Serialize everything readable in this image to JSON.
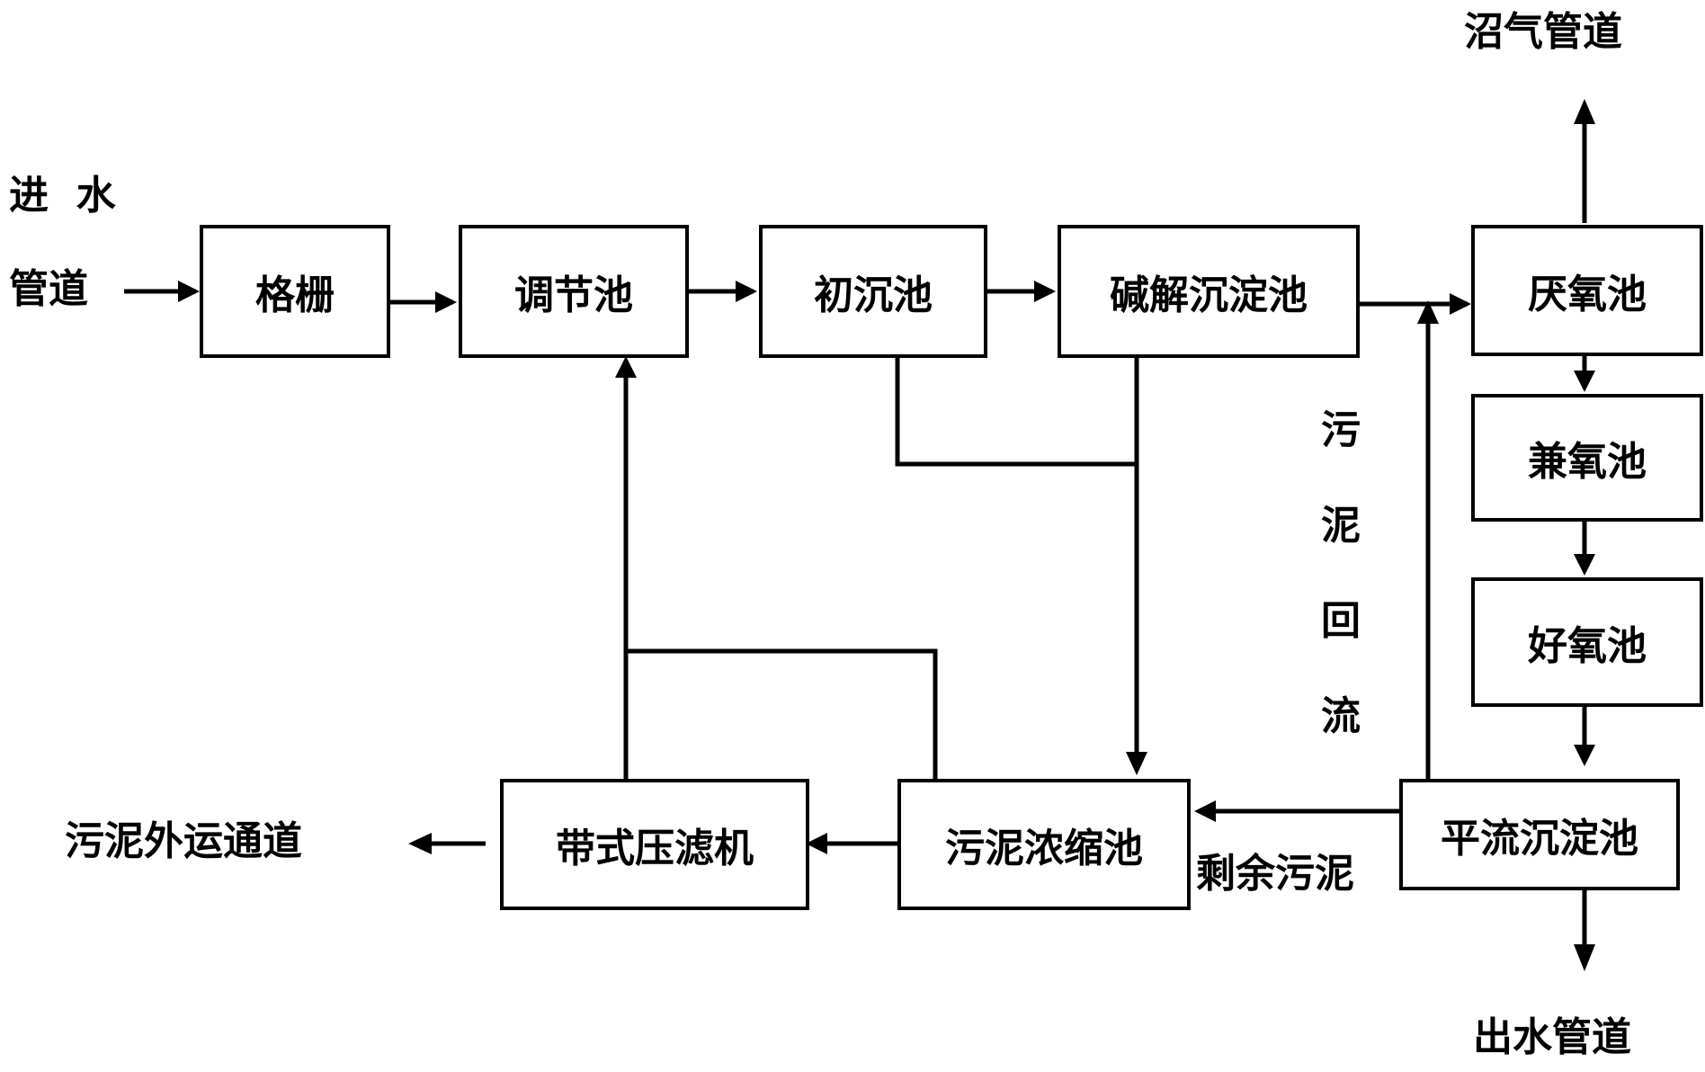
{
  "nodes": {
    "grille": "格栅",
    "regulating_tank": "调节池",
    "primary_sedimentation": "初沉池",
    "alkaline_sedimentation": "碱解沉淀池",
    "anaerobic_tank": "厌氧池",
    "facultative_tank": "兼氧池",
    "aerobic_tank": "好氧池",
    "advection_sedimentation": "平流沉淀池",
    "sludge_thickener": "污泥浓缩池",
    "belt_filter_press": "带式压滤机"
  },
  "labels": {
    "inlet_line1": "进  水",
    "inlet_line2": "管道",
    "biogas_pipe": "沼气管道",
    "outlet_pipe": "出水管道",
    "sludge_export": "污泥外运通道",
    "excess_sludge": "剩余污泥",
    "sludge_return": [
      "污",
      "泥",
      "回",
      "流"
    ]
  }
}
